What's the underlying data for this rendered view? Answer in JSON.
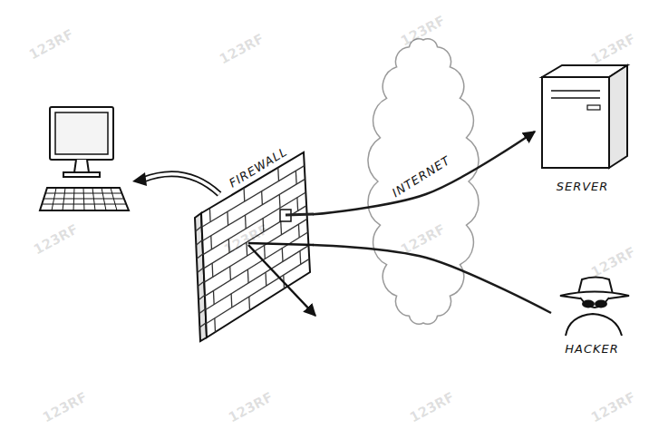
{
  "diagram": {
    "nodes": [
      {
        "text": [
          "FIREWALL"
        ]
      },
      {
        "text": [
          "INTERNET"
        ]
      },
      {
        "text": [
          "SERVER"
        ]
      },
      {
        "text": [
          "HACKER"
        ]
      }
    ],
    "edges": [
      {
        "from": 0,
        "to": 2,
        "arrow": "to"
      },
      {
        "from": 3,
        "to": 0,
        "arrow": "none"
      }
    ],
    "labels": [
      "123RF",
      "123RF",
      "123RF",
      "123RF",
      "123RF",
      "123RF",
      "123RF",
      "123RF",
      "123RF",
      "123RF",
      "123RF",
      "123RF"
    ]
  }
}
